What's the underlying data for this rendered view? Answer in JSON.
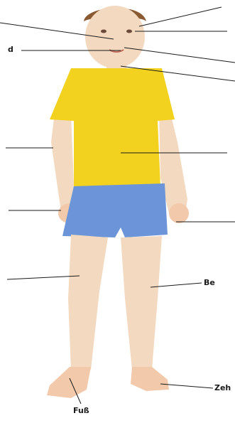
{
  "diagram": {
    "labels": {
      "mouth_partial": "d",
      "leg": "Be",
      "toe": "Zeh",
      "foot": "Fuß"
    },
    "colors": {
      "shirt": "#f2d21e",
      "shorts": "#6b95d8",
      "skin": "#f3d9bf",
      "hair": "#8a5a33",
      "line": "#1a1a1a"
    }
  }
}
